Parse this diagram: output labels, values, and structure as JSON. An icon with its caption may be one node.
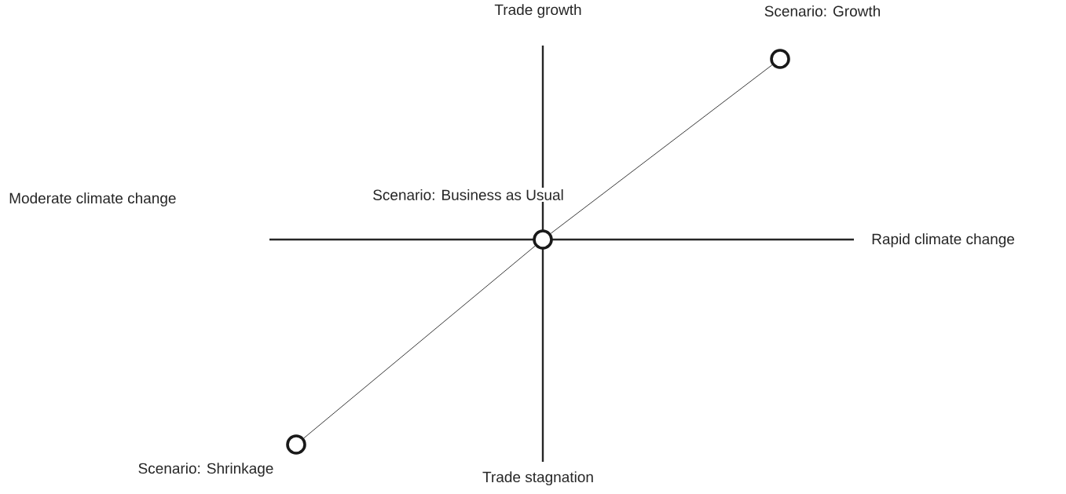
{
  "diagram": {
    "nodes": [
      {
        "text": [
          "Scenario: Growth"
        ]
      },
      {
        "text": [
          "Scenario: Business as Usual"
        ]
      },
      {
        "text": [
          "Scenario: Shrinkage"
        ]
      }
    ],
    "edges": [
      {
        "from": 2,
        "to": 1,
        "arrow": "none"
      },
      {
        "from": 1,
        "to": 0,
        "arrow": "none"
      }
    ],
    "labels": [
      "Trade growth",
      "Moderate climate change",
      "Rapid climate change",
      "Trade stagnation"
    ]
  }
}
